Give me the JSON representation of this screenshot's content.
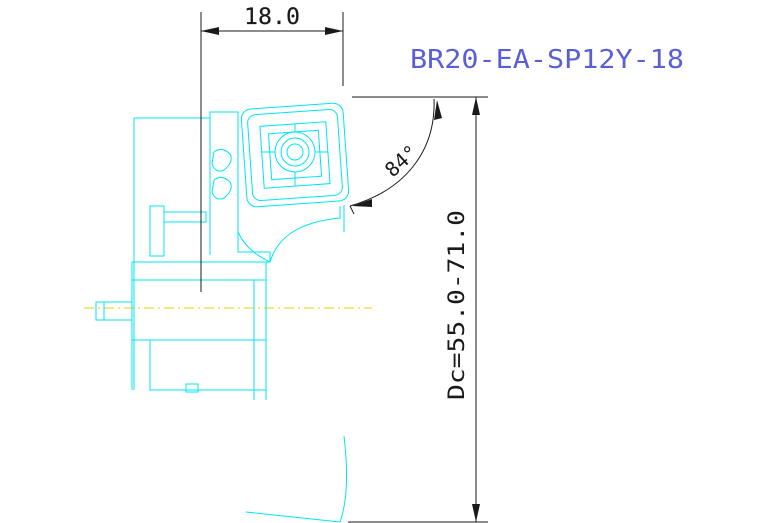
{
  "drawing": {
    "title": "BR20-EA-SP12Y-18",
    "dimensions": {
      "width": "18.0",
      "diameter": "Dc=55.0-71.0",
      "angle": "84°"
    },
    "colors": {
      "background": "#ffffff",
      "cutter_outline": "#00e5f2",
      "dimension_lines": "#1a1a1a",
      "title_text": "#5a5fd8",
      "centerline": "#e8d200"
    }
  }
}
